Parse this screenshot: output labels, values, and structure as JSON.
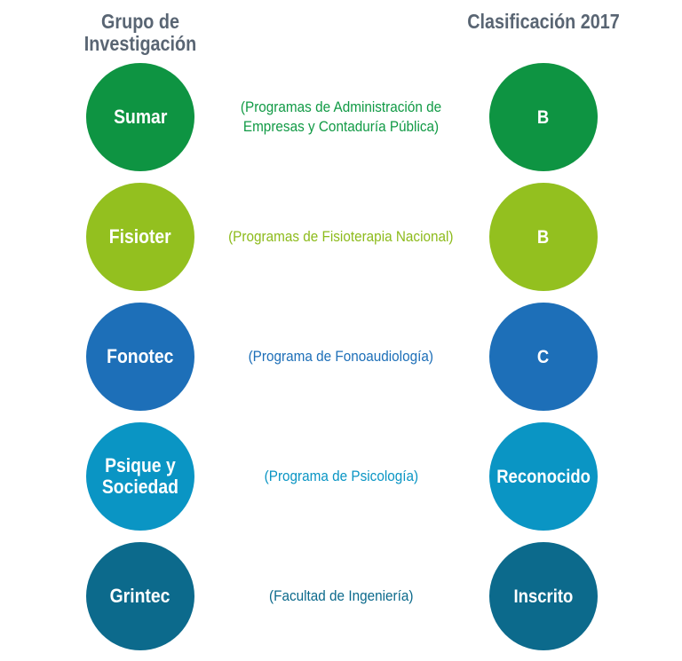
{
  "headers": {
    "left": "Grupo de Investigación",
    "right": "Clasificación 2017"
  },
  "rows": [
    {
      "group": "Sumar",
      "description": "(Programas de Administración de Empresas y Contaduría Pública)",
      "classification": "B",
      "color": "#0E9442",
      "text_color": "#119A45"
    },
    {
      "group": "Fisioter",
      "description": "(Programas de Fisioterapia Nacional)",
      "classification": "B",
      "color": "#93C01F",
      "text_color": "#8DBB1C"
    },
    {
      "group": "Fonotec",
      "description": "(Programa de Fonoaudiología)",
      "classification": "C",
      "color": "#1D6FB8",
      "text_color": "#1D6FB8"
    },
    {
      "group": "Psique y\nSociedad",
      "description": "(Programa de Psicología)",
      "classification": "Reconocido",
      "color": "#0A95C4",
      "text_color": "#0A95C4"
    },
    {
      "group": "Grintec",
      "description": "(Facultad de Ingeniería)",
      "classification": "Inscrito",
      "color": "#0C6A8C",
      "text_color": "#0C6A8C"
    }
  ]
}
